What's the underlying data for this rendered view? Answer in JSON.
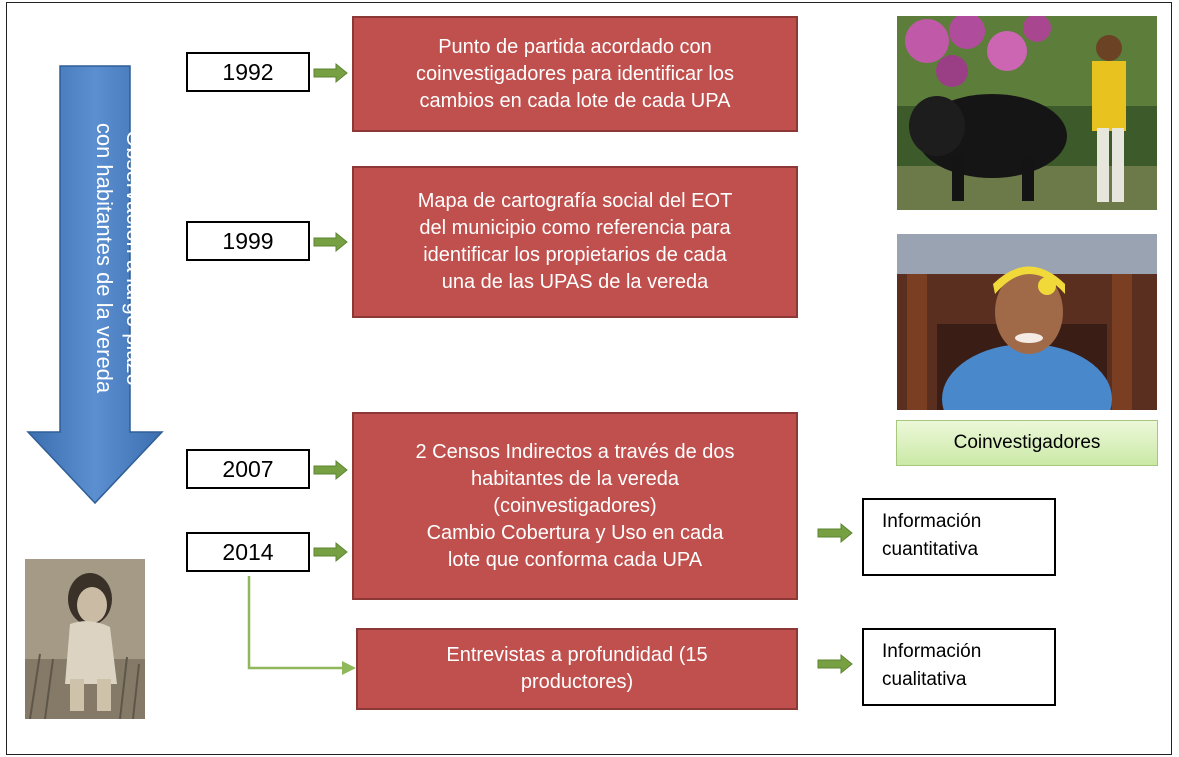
{
  "arrow_text": {
    "line1": "Observación a largo plazo",
    "line2": "con habitantes de la vereda"
  },
  "years": {
    "y1992": "1992",
    "y1999": "1999",
    "y2007": "2007",
    "y2014": "2014"
  },
  "boxes": {
    "box1": [
      "Punto de partida acordado con",
      "coinvestigadores para identificar los",
      "cambios en cada lote de cada UPA"
    ],
    "box2": [
      "Mapa de cartografía social del EOT",
      "del municipio como referencia para",
      "identificar los propietarios de cada",
      "una de las UPAS de la vereda"
    ],
    "box3": [
      "2 Censos Indirectos a través de dos",
      "habitantes de la vereda",
      "(coinvestigadores)",
      "Cambio Cobertura y Uso en cada",
      "lote que conforma cada UPA"
    ],
    "box4": [
      "Entrevistas a profundidad (15",
      "productores)"
    ]
  },
  "outputs": {
    "quant": [
      "Información",
      "cuantitativa"
    ],
    "qual": [
      "Información",
      "cualitativa"
    ]
  },
  "coinvestigadores_label": "Coinvestigadores",
  "colors": {
    "red_box": "#c0504d",
    "arrow_blue": "#4f81bd",
    "arrow_green": "#77a043",
    "label_green": "#d7f0b8"
  }
}
